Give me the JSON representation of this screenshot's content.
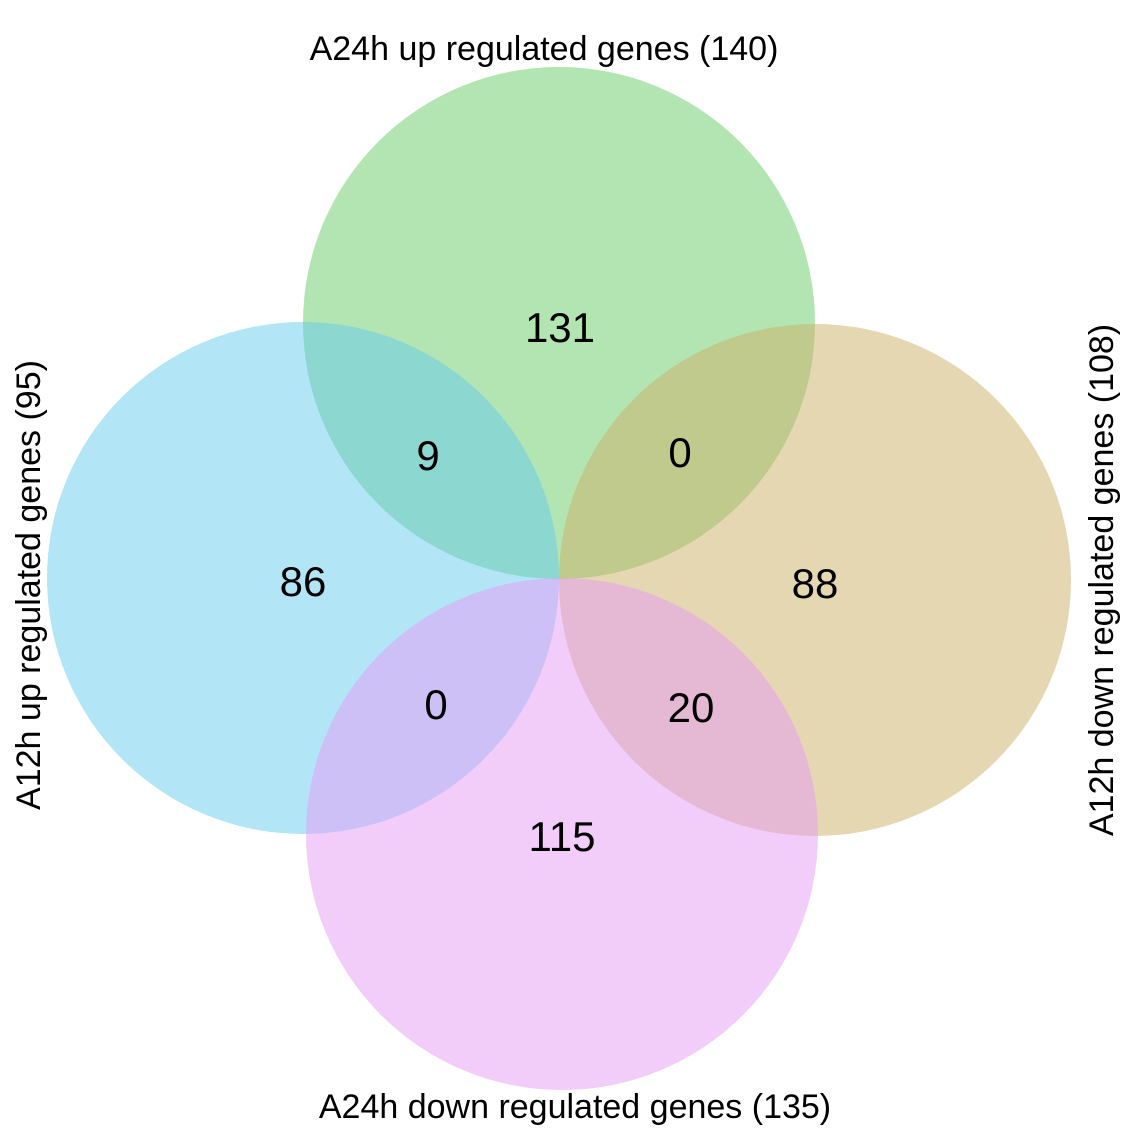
{
  "diagram": {
    "type": "venn",
    "sets": [
      {
        "id": "a24h-up",
        "label": "A24h up regulated genes (140)",
        "color": "#66cc66"
      },
      {
        "id": "a12h-up",
        "label": "A12h up regulated genes (95)",
        "color": "#66ccee"
      },
      {
        "id": "a12h-down",
        "label": "A12h down regulated genes (108)",
        "color": "#ccb066"
      },
      {
        "id": "a24h-down",
        "label": "A24h down regulated genes (135)",
        "color": "#e69cf5"
      }
    ],
    "regions": {
      "a24h_up_only": "131",
      "a12h_up_only": "86",
      "a12h_down_only": "88",
      "a24h_down_only": "115",
      "a24h_up_and_a12h_up": "9",
      "a24h_up_and_a12h_down": "0",
      "a12h_up_and_a24h_down": "0",
      "a12h_down_and_a24h_down": "20"
    }
  }
}
